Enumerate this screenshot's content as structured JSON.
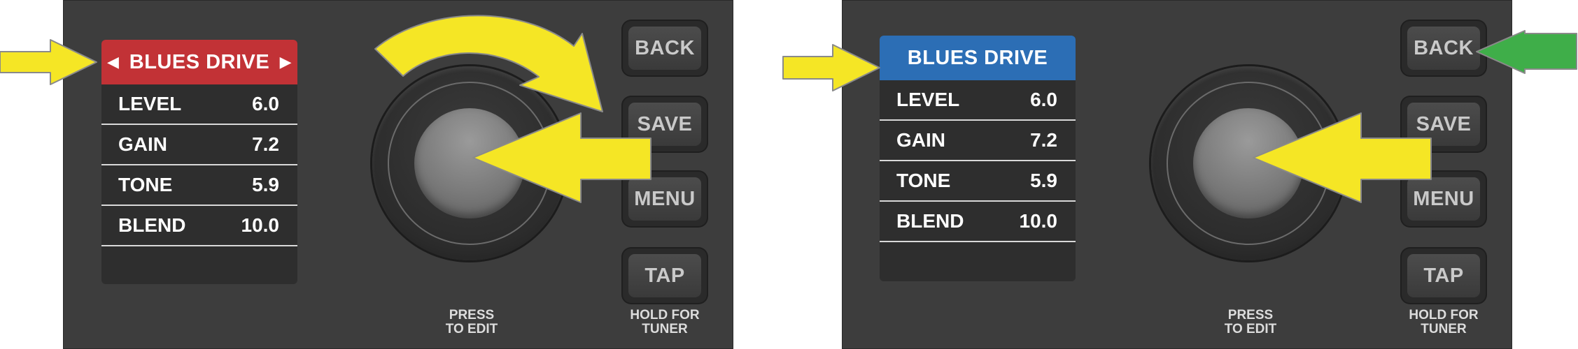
{
  "colors": {
    "panel": "#3d3d3d",
    "header_selected": "#c23236",
    "header_edit": "#2c6eb5",
    "arrow_yellow": "#f5e625",
    "arrow_green": "#3fae49"
  },
  "left_panel": {
    "screen": {
      "title": "BLUES DRIVE",
      "arrow_left": "◀",
      "arrow_right": "▶",
      "params": [
        {
          "label": "LEVEL",
          "value": "6.0"
        },
        {
          "label": "GAIN",
          "value": "7.2"
        },
        {
          "label": "TONE",
          "value": "5.9"
        },
        {
          "label": "BLEND",
          "value": "10.0"
        }
      ]
    },
    "buttons": {
      "back": "BACK",
      "save": "SAVE",
      "menu": "MENU",
      "tap": "TAP"
    },
    "knob_caption": [
      "PRESS",
      "TO EDIT"
    ],
    "tap_caption": [
      "HOLD FOR",
      "TUNER"
    ]
  },
  "right_panel": {
    "screen": {
      "title": "BLUES DRIVE",
      "params": [
        {
          "label": "LEVEL",
          "value": "6.0"
        },
        {
          "label": "GAIN",
          "value": "7.2"
        },
        {
          "label": "TONE",
          "value": "5.9"
        },
        {
          "label": "BLEND",
          "value": "10.0"
        }
      ]
    },
    "buttons": {
      "back": "BACK",
      "save": "SAVE",
      "menu": "MENU",
      "tap": "TAP"
    },
    "knob_caption": [
      "PRESS",
      "TO EDIT"
    ],
    "tap_caption": [
      "HOLD FOR",
      "TUNER"
    ]
  },
  "icons": [
    "pointer-arrow-icon",
    "rotate-arrow-icon",
    "press-arrow-icon"
  ]
}
